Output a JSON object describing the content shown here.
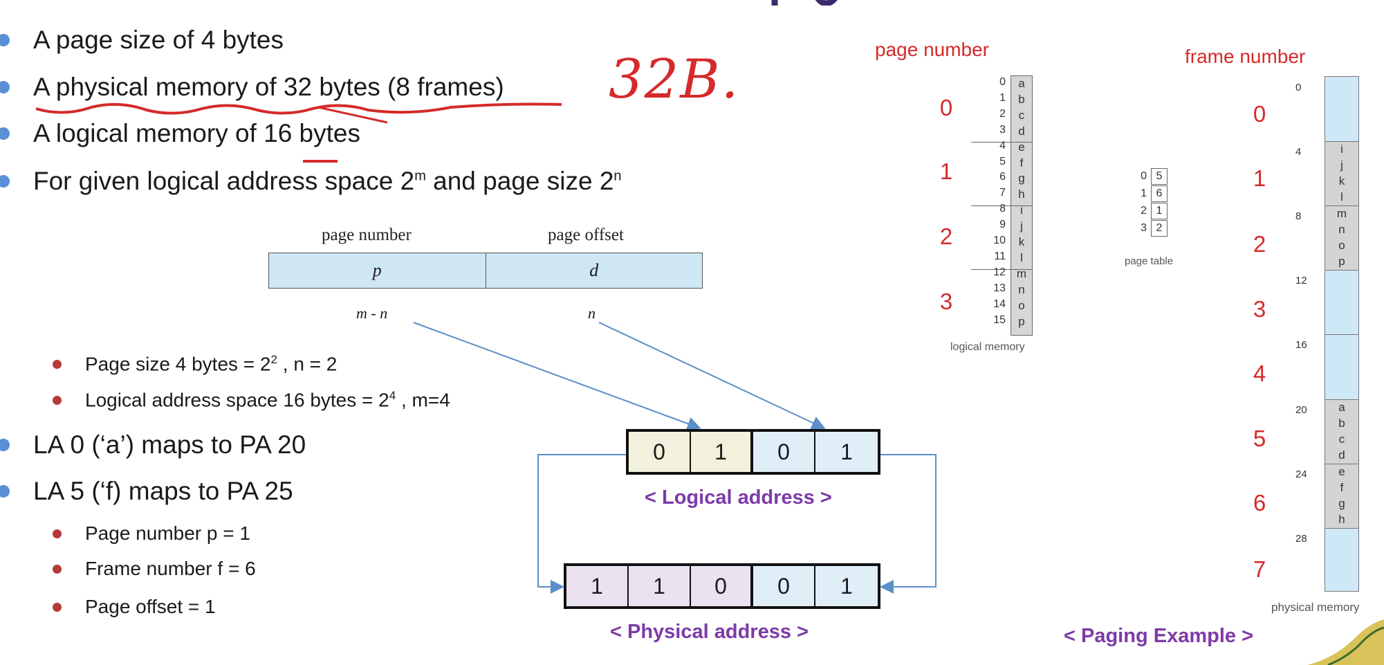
{
  "bullets": {
    "b1": "A page size of 4 bytes",
    "b2": "A physical memory of 32 bytes (8 frames)",
    "b3": "A logical memory of 16 bytes",
    "b4_pre": "For given logical address space 2",
    "b4_sup1": "m",
    "b4_mid": " and page size 2",
    "b4_sup2": "n",
    "b5": "LA 0 (‘a’) maps to PA 20",
    "b6": "LA 5 (‘f) maps to PA 25"
  },
  "sub_bullets": {
    "s1_pre": "Page size 4 bytes = 2",
    "s1_sup": "2",
    "s1_post": " , n = 2",
    "s2_pre": "Logical address space 16 bytes = 2",
    "s2_sup": "4",
    "s2_post": " , m=4",
    "s3": "Page number p = 1",
    "s4": "Frame number f = 6",
    "s5": "Page offset = 1"
  },
  "handwriting": "32B.",
  "address_format": {
    "label_left": "page number",
    "label_right": "page offset",
    "cell_left": "p",
    "cell_right": "d",
    "under_left": "m - n",
    "under_right": "n"
  },
  "logical_address": {
    "bits": [
      "0",
      "1",
      "0",
      "1"
    ],
    "caption": "< Logical address >"
  },
  "physical_address": {
    "bits": [
      "1",
      "1",
      "0",
      "0",
      "1"
    ],
    "caption": "< Physical address >"
  },
  "paging_example": {
    "page_number_title": "page number",
    "frame_number_title": "frame number",
    "page_labels": [
      "0",
      "1",
      "2",
      "3"
    ],
    "frame_labels": [
      "0",
      "1",
      "2",
      "3",
      "4",
      "5",
      "6",
      "7"
    ],
    "logical_memory_letters": [
      "a",
      "b",
      "c",
      "d",
      "e",
      "f",
      "g",
      "h",
      "i",
      "j",
      "k",
      "l",
      "m",
      "n",
      "o",
      "p"
    ],
    "logical_memory_addresses": [
      "0",
      "1",
      "2",
      "3",
      "4",
      "5",
      "6",
      "7",
      "8",
      "9",
      "10",
      "11",
      "12",
      "13",
      "14",
      "15"
    ],
    "logical_memory_label": "logical memory",
    "page_table_indices": [
      "0",
      "1",
      "2",
      "3"
    ],
    "page_table_frames": [
      "5",
      "6",
      "1",
      "2"
    ],
    "page_table_label": "page table",
    "physical_memory_addresses": [
      "0",
      "4",
      "8",
      "12",
      "16",
      "20",
      "24",
      "28"
    ],
    "physical_memory_label": "physical memory",
    "frame1_letters": [
      "i",
      "j",
      "k",
      "l"
    ],
    "frame2_letters": [
      "m",
      "n",
      "o",
      "p"
    ],
    "frame5_letters": [
      "a",
      "b",
      "c",
      "d"
    ],
    "frame6_letters": [
      "e",
      "f",
      "g",
      "h"
    ],
    "caption": "< Paging Example >"
  },
  "colors": {
    "bullet_main": "#5b8fd6",
    "bullet_sub": "#b53a3a",
    "caption_purple": "#7d3aa8",
    "handwriting_red": "#d42a2a",
    "arrow_blue": "#5a8fc8"
  }
}
